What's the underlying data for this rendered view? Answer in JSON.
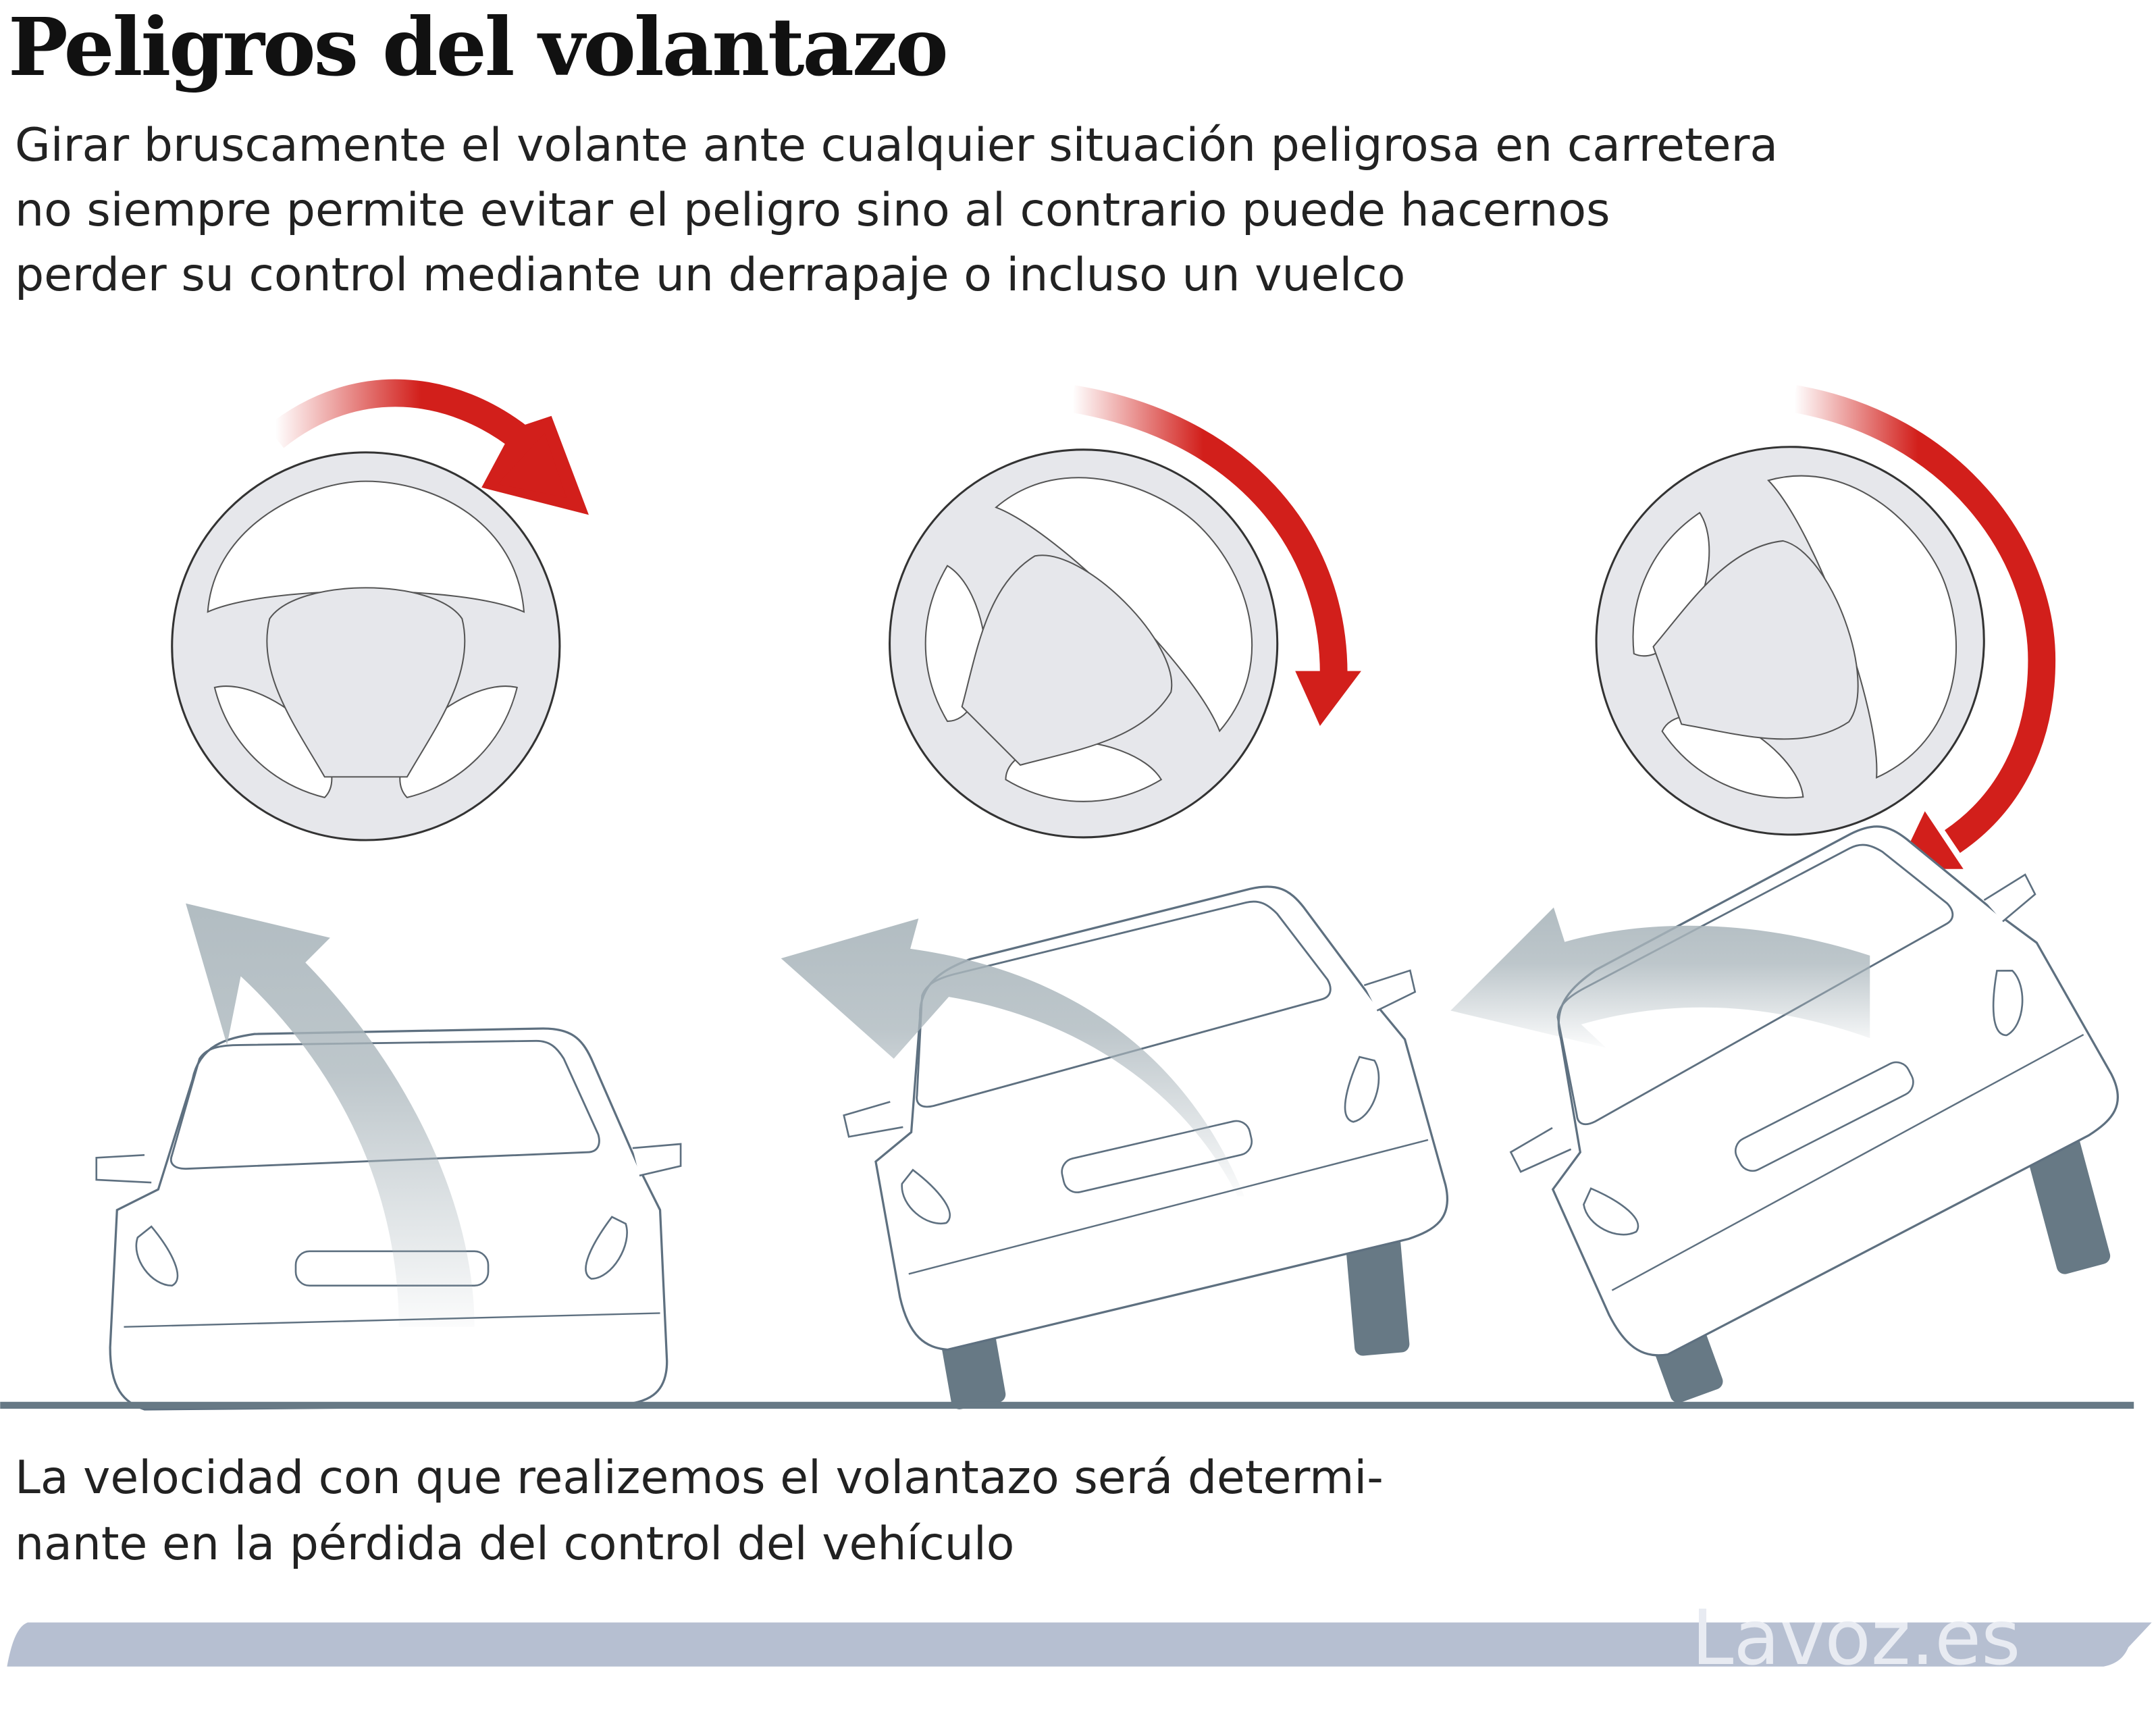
{
  "header": {
    "title": "Peligros del volantazo",
    "subtitle_lines": [
      "Girar bruscamente el volante ante cualquier situación peligrosa en carretera",
      "no siempre permite evitar el peligro sino al contrario puede hacernos",
      "perder su control mediante un derrapaje o incluso un vuelco"
    ]
  },
  "footnote_lines": [
    "La velocidad con que realizemos el volantazo será determi-",
    "nante en la pérdida del control del vehículo"
  ],
  "footer": {
    "logo_text": "Lavoz.es"
  },
  "stages": [
    {
      "wheel_icon": "steering-wheel-icon",
      "arrow_icon": "red-rotation-arrow-icon",
      "car_icon": "car-rear-icon"
    },
    {
      "wheel_icon": "steering-wheel-icon",
      "arrow_icon": "red-rotation-arrow-icon",
      "car_icon": "car-rear-tilted-icon"
    },
    {
      "wheel_icon": "steering-wheel-icon",
      "arrow_icon": "red-rotation-arrow-icon",
      "car_icon": "car-rear-rollover-icon"
    }
  ],
  "colors": {
    "accent_red": "#d21f1b",
    "wheel_fill": "#e6e7eb",
    "car_line": "#5e7080",
    "tire": "#677985",
    "motion_arrow": "#a9b5bb",
    "footer_bar": "#b6bfd1"
  }
}
